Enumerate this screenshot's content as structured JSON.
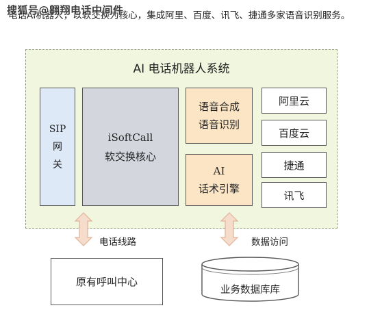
{
  "caption": {
    "text": "电话AI机器人，以软交换为核心，集成阿里、百度、讯飞、捷通多家语音识别服务。",
    "watermark": "搜狐号@翱翔电话中间件"
  },
  "system": {
    "title": "AI 电话机器人系统",
    "sip_gateway": {
      "line1": "SIP",
      "line2": "网",
      "line3": "关"
    },
    "isoftcall": {
      "line1": "iSoftCall",
      "line2": "软交换核心"
    },
    "speech": {
      "line1": "语音合成",
      "line2": "语音识别"
    },
    "ai_engine": {
      "line1": "AI",
      "line2": "话术引擎"
    },
    "vendors": [
      "阿里云",
      "百度云",
      "捷通",
      "讯飞"
    ]
  },
  "connections": {
    "phone_line_label": "电话线路",
    "data_access_label": "数据访问"
  },
  "external": {
    "call_center": "原有呼叫中心",
    "database": "业务数据库库"
  },
  "colors": {
    "system_bg": "#f1f6df",
    "sip_bg": "#dde9f6",
    "core_bg": "#d3d7dd",
    "engine_bg": "#fbe5c5",
    "arrow_fill": "#f6dccb",
    "arrow_stroke": "#e0b49a"
  }
}
